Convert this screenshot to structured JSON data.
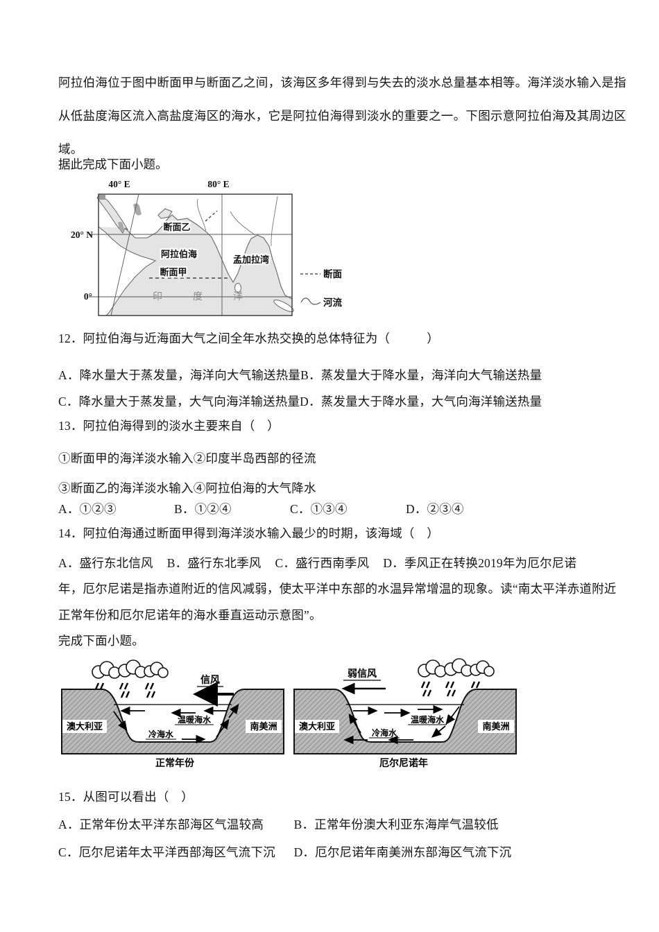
{
  "intro": {
    "line1": "阿拉伯海位于图中断面甲与断面乙之间，该海区多年得到与失去的淡水总量基本相等。海洋淡水输入是指",
    "line2": "从低盐度海区流入高盐度海区的海水，它是阿拉伯海得到淡水的重要之一。下图示意阿拉伯海及其周边区",
    "line3": "域。",
    "lead": "据此完成下面小题。"
  },
  "map": {
    "lon40": "40° E",
    "lon80": "80° E",
    "lat20": "20° N",
    "lat0": "0°",
    "section_b": "断面乙",
    "arabian_sea": "阿拉伯海",
    "section_a": "断面甲",
    "bengal_bay": "孟加拉湾",
    "indian_ocean": "印度洋",
    "legend_section": "断面",
    "legend_river": "河流",
    "sea_color": "#e4e4e4"
  },
  "q12": {
    "stem": "12．阿拉伯海与近海面大气之间全年水热交换的总体特征为（　　　）",
    "optA": "A．降水量大于蒸发量，海洋向大气输送热量",
    "optB": "B．蒸发量大于降水量，海洋向大气输送热量",
    "optC": "C．降水量大于蒸发量，大气向海洋输送热量",
    "optD": "D．蒸发量大于降水量，大气向海洋输送热量"
  },
  "q13": {
    "stem": "13．阿拉伯海得到的淡水主要来自（　）",
    "sub1": "①断面甲的海洋淡水输入②印度半岛西部的径流",
    "sub2": "③断面乙的海洋淡水输入④阿拉伯海的大气降水",
    "opts": [
      "A．①②③",
      "B．①②④",
      "C．①③④",
      "D．②③④"
    ]
  },
  "q14": {
    "stem": "14．阿拉伯海通过断面甲得到海洋淡水输入最少的时期，该海域（　）",
    "optA": "A．盛行东北信风",
    "optB": "B．盛行东北季风",
    "optC": "C．盛行西南季风",
    "optD": "D．季风正在转换",
    "passage1": "2019年为厄尔尼诺",
    "passage2": "年，厄尔尼诺是指赤道附近的信风减弱，使太平洋中东部的水温异常增温的现象。读“南太平洋赤道附近",
    "passage3": "正常年份和厄尔尼诺年的海水垂直运动示意图”。",
    "lead": "完成下面小题。"
  },
  "diagram": {
    "left": {
      "wind": "信风",
      "land_left": "澳大利亚",
      "land_right": "南美洲",
      "warm": "温暖海水",
      "cold": "冷海水",
      "caption": "正常年份"
    },
    "right": {
      "wind": "弱信风",
      "land_left": "澳大利亚",
      "land_right": "南美洲",
      "warm": "温暖海水",
      "cold": "冷海水",
      "caption": "厄尔尼诺年"
    }
  },
  "q15": {
    "stem": "15．从图可以看出（　）",
    "optA": "A．正常年份太平洋东部海区气温较高",
    "optB": "B．正常年份澳大利亚东海岸气温较低",
    "optC": "C．厄尔尼诺年太平洋西部海区气流下沉",
    "optD": "D．厄尔尼诺年南美洲东部海区气流下沉"
  }
}
